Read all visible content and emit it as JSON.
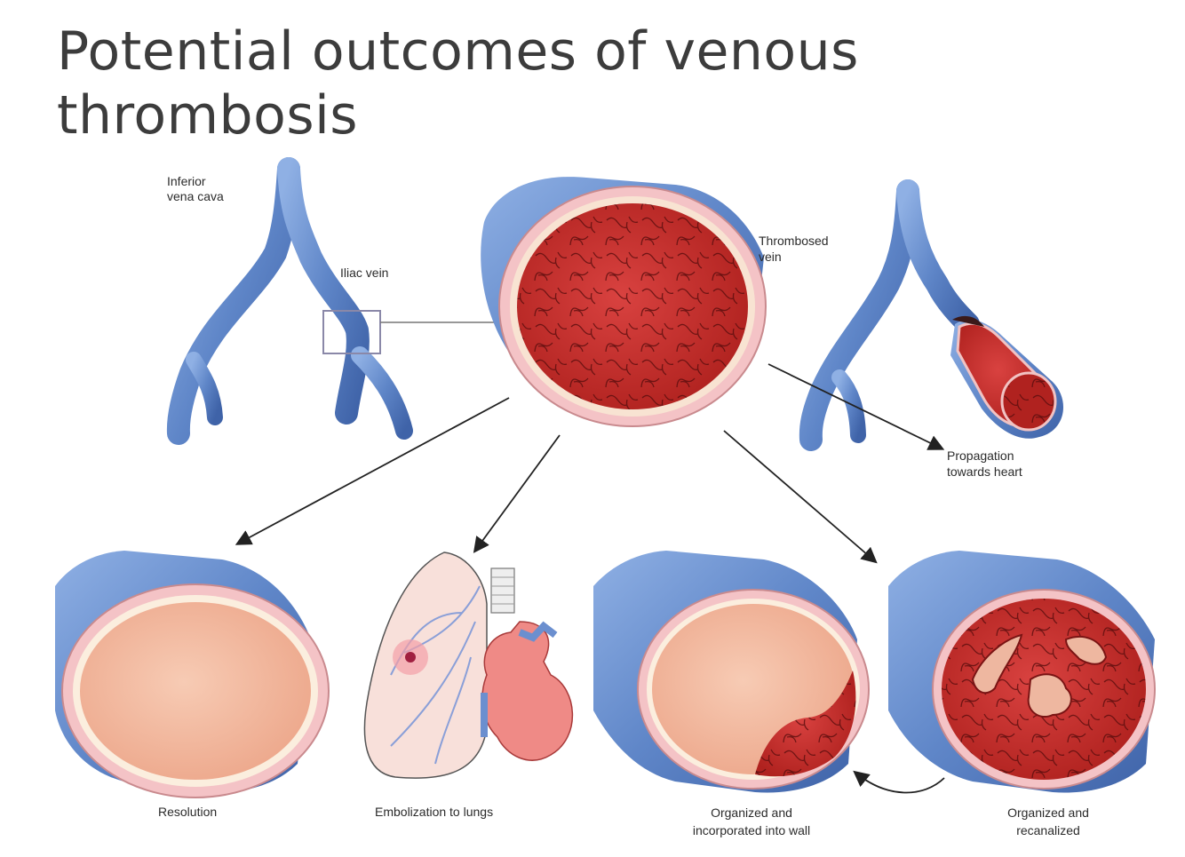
{
  "title": "Potential outcomes of venous thrombosis",
  "title_lines": [
    "Potential outcomes of venous",
    "thrombosis"
  ],
  "labels": {
    "ivc": [
      "Inferior",
      "vena cava"
    ],
    "iliac": "Iliac vein",
    "thrombosed": [
      "Thrombosed",
      "vein"
    ],
    "propagation": [
      "Propagation",
      "towards heart"
    ],
    "resolution": "Resolution",
    "embolization": "Embolization to lungs",
    "organized_wall": [
      "Organized and",
      "incorporated into wall"
    ],
    "organized_recanalized": [
      "Organized and",
      "recanalized"
    ]
  },
  "colors": {
    "vein_blue": "#6b8fcf",
    "vein_blue_dark": "#3f63a8",
    "clot_red": "#c8302e",
    "clot_dark": "#7a1414",
    "lumen_pink": "#f2b9a0",
    "wall_pink": "#f1c3c3",
    "lung_pink": "#f8e0da",
    "heart_pink": "#ef8a86"
  }
}
